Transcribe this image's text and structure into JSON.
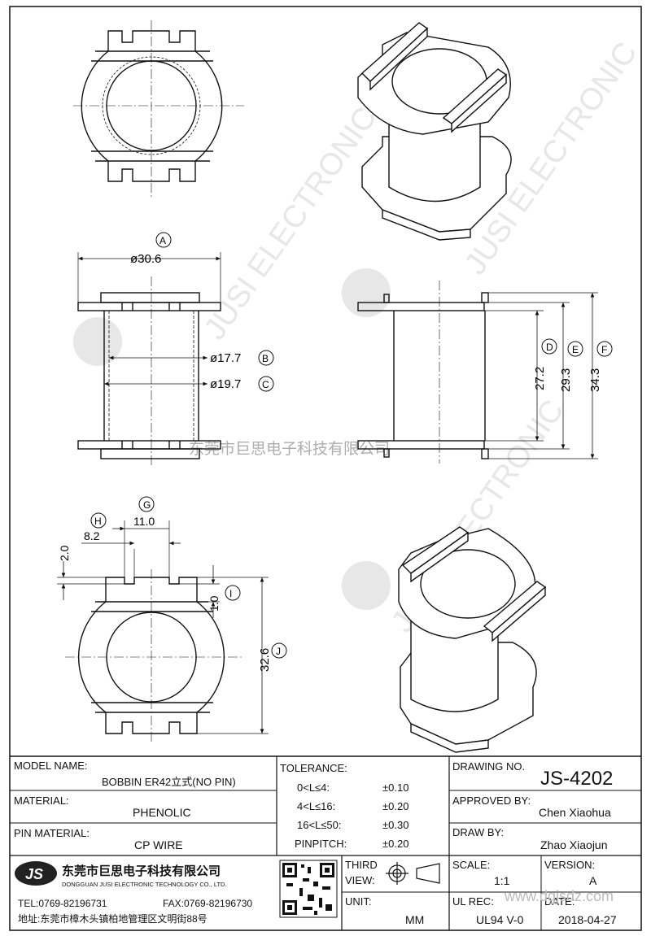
{
  "watermark": {
    "brand_line1": "JUSI ELECTRONIC",
    "company_cn": "东莞市巨思电子科技有限公司",
    "logo": "JS"
  },
  "dimensions": {
    "a": {
      "value": "ø30.6",
      "tag": "A"
    },
    "b": {
      "value": "ø17.7",
      "tag": "B"
    },
    "c": {
      "value": "ø19.7",
      "tag": "C"
    },
    "d": {
      "value": "27.2",
      "tag": "D"
    },
    "e": {
      "value": "29.3",
      "tag": "E"
    },
    "f": {
      "value": "34.3",
      "tag": "F"
    },
    "g": {
      "value": "11.0",
      "tag": "G"
    },
    "h": {
      "value": "8.2",
      "tag": "H"
    },
    "h2": {
      "value": "2.0"
    },
    "i": {
      "value": "1.0",
      "tag": "I"
    },
    "j": {
      "value": "32.6",
      "tag": "J"
    }
  },
  "title_block": {
    "model_name_label": "MODEL NAME:",
    "model_name": "BOBBIN ER42立式(NO PIN)",
    "material_label": "MATERIAL:",
    "material": "PHENOLIC",
    "pin_material_label": "PIN MATERIAL:",
    "pin_material": "CP WIRE",
    "tolerance_label": "TOLERANCE:",
    "tolerances": [
      {
        "range": "0<L≤4:",
        "tol": "±0.10"
      },
      {
        "range": "4<L≤16:",
        "tol": "±0.20"
      },
      {
        "range": "16<L≤50:",
        "tol": "±0.30"
      },
      {
        "range": "PINPITCH:",
        "tol": "±0.20"
      }
    ],
    "drawing_no_label": "DRAWING NO.",
    "drawing_no": "JS-4202",
    "approved_by_label": "APPROVED BY:",
    "approved_by": "Chen Xiaohua",
    "draw_by_label": "DRAW BY:",
    "draw_by": "Zhao Xiaojun",
    "third_view_label_1": "THIRD",
    "third_view_label_2": "VIEW:",
    "unit_label": "UNIT:",
    "unit": "MM",
    "scale_label": "SCALE:",
    "scale": "1:1",
    "version_label": "VERSION:",
    "version": "A",
    "ul_rec_label": "UL REC:",
    "ul_rec": "UL94 V-0",
    "date_label": "DATE:",
    "date": "2018-04-27",
    "company_logo": "JS",
    "company_cn": "东莞市巨思电子科技有限公司",
    "company_en": "DONGGUAN JUSI ELECTRONIC TECHNOLOGY CO., LTD.",
    "tel": "TEL:0769-82196731",
    "fax": "FAX:0769-82196730",
    "address": "地址:东莞市樟木头镇柏地管理区文明街88号",
    "website": "www.dgjsdz.com"
  }
}
